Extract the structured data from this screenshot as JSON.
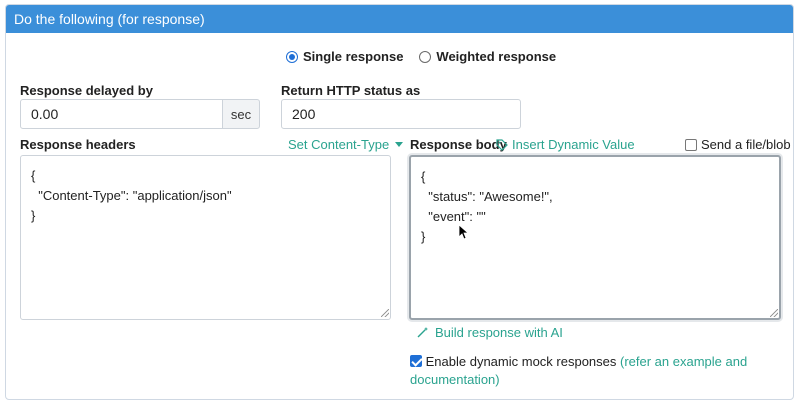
{
  "panel": {
    "title": "Do the following (for response)"
  },
  "response_mode": {
    "options": [
      {
        "label": "Single response",
        "selected": true
      },
      {
        "label": "Weighted response",
        "selected": false
      }
    ]
  },
  "delay": {
    "label": "Response delayed by",
    "value": "0.00",
    "unit": "sec"
  },
  "http_status": {
    "label": "Return HTTP status as",
    "value": "200"
  },
  "headers": {
    "label": "Response headers",
    "set_content_type": "Set Content-Type",
    "value": "{\n  \"Content-Type\": \"application/json\"\n}"
  },
  "body": {
    "label": "Response body",
    "insert_dynamic": "Insert Dynamic Value",
    "send_file_label": "Send a file/blob",
    "send_file_checked": false,
    "value": "{\n  \"status\": \"Awesome!\",\n  \"event\": \"\"\n}"
  },
  "build_ai": "Build response with AI",
  "dynamic_mock": {
    "checked": true,
    "label": "Enable dynamic mock responses",
    "link_line1": "(refer an example and",
    "link_line2": "documentation)"
  },
  "colors": {
    "header": "#3b8fd9",
    "link": "#2aa38f",
    "accent": "#1f6fd6"
  }
}
